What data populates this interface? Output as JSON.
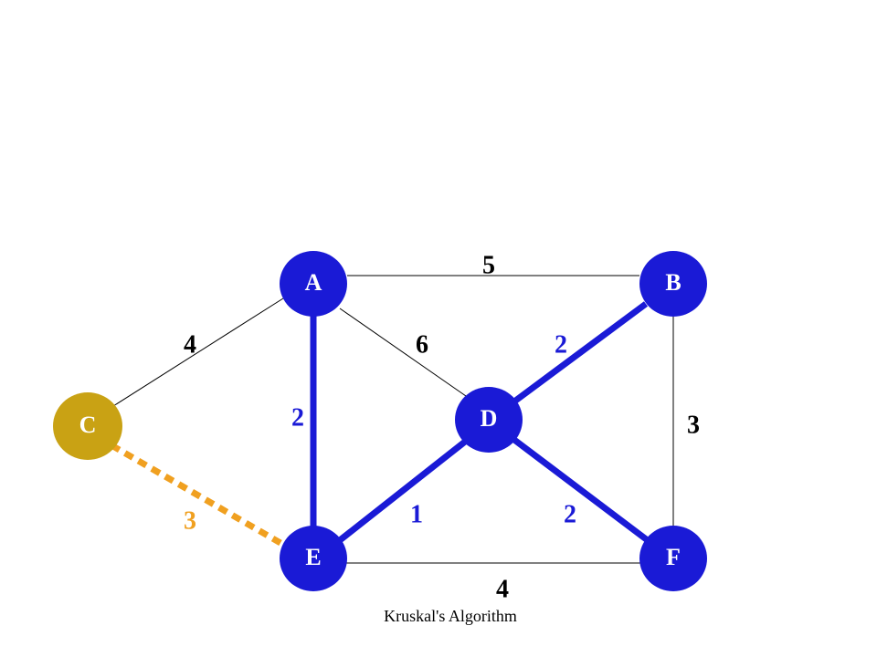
{
  "colors": {
    "node_default": "#1a1ad6",
    "node_added": "#c9a214",
    "node_label_default": "#ffffff",
    "node_label_added": "#ffffff",
    "edge_normal": "#000000",
    "edge_selected": "#1a1ad6",
    "edge_considered": "#f0a020",
    "weight_normal": "#000000",
    "weight_selected": "#1a1ad6",
    "weight_considered": "#f0a020"
  },
  "graph": {
    "nodes": [
      {
        "id": "A",
        "label": "A",
        "state": "default"
      },
      {
        "id": "B",
        "label": "B",
        "state": "default"
      },
      {
        "id": "C",
        "label": "C",
        "state": "added"
      },
      {
        "id": "D",
        "label": "D",
        "state": "default"
      },
      {
        "id": "E",
        "label": "E",
        "state": "default"
      },
      {
        "id": "F",
        "label": "F",
        "state": "default"
      }
    ],
    "edges": [
      {
        "id": "AB",
        "from": "A",
        "to": "B",
        "weight": "5",
        "state": "normal"
      },
      {
        "id": "AC",
        "from": "A",
        "to": "C",
        "weight": "4",
        "state": "normal"
      },
      {
        "id": "AD",
        "from": "A",
        "to": "D",
        "weight": "6",
        "state": "normal"
      },
      {
        "id": "AE",
        "from": "A",
        "to": "E",
        "weight": "2",
        "state": "selected"
      },
      {
        "id": "BD",
        "from": "B",
        "to": "D",
        "weight": "2",
        "state": "selected"
      },
      {
        "id": "BF",
        "from": "B",
        "to": "F",
        "weight": "3",
        "state": "normal"
      },
      {
        "id": "CE",
        "from": "C",
        "to": "E",
        "weight": "3",
        "state": "considered"
      },
      {
        "id": "DE",
        "from": "D",
        "to": "E",
        "weight": "1",
        "state": "selected"
      },
      {
        "id": "DF",
        "from": "D",
        "to": "F",
        "weight": "2",
        "state": "selected"
      },
      {
        "id": "EF",
        "from": "E",
        "to": "F",
        "weight": "4",
        "state": "normal"
      }
    ]
  },
  "footer": {
    "text": "Kruskal's Algorithm"
  }
}
